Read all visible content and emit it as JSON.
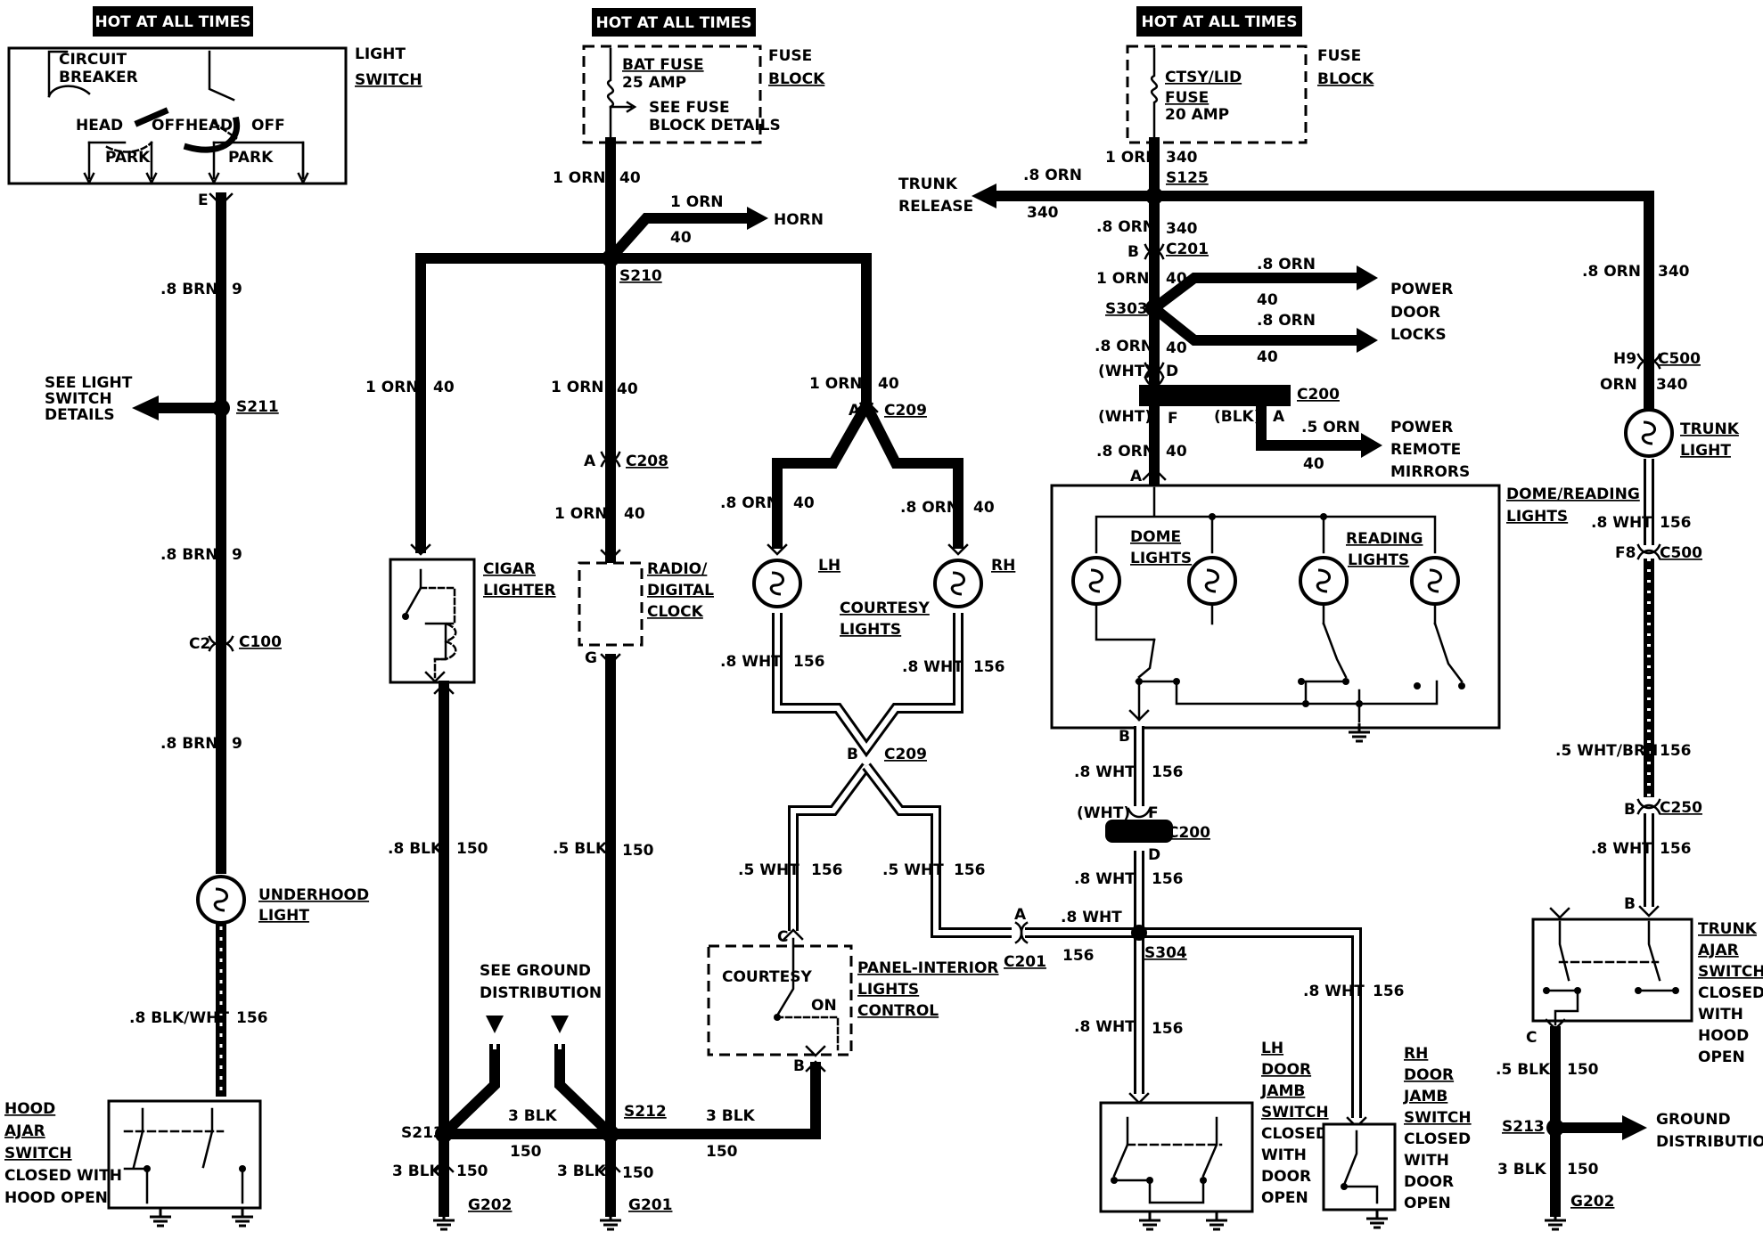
{
  "headers": {
    "left": "HOT AT ALL TIMES",
    "center": "HOT AT ALL TIMES",
    "right": "HOT AT ALL TIMES"
  },
  "light_switch": {
    "label1": "LIGHT",
    "label2": "SWITCH",
    "circuit": "CIRCUIT",
    "breaker": "BREAKER",
    "head1": "HEAD",
    "off1": "OFF",
    "head2": "HEAD",
    "off2": "OFF",
    "park1": "PARK",
    "park2": "PARK",
    "pin": "E"
  },
  "fuse_block_1": {
    "fuse_name": "BAT FUSE",
    "amp": "25 AMP",
    "see1": "SEE FUSE",
    "see2": "BLOCK DETAILS",
    "label1": "FUSE",
    "label2": "BLOCK"
  },
  "fuse_block_2": {
    "fuse_name1": "CTSY/LID",
    "fuse_name2": "FUSE",
    "amp": "20 AMP",
    "label1": "FUSE",
    "label2": "BLOCK"
  },
  "left_circuit": {
    "wire1": ".8 BRN",
    "num1": "9",
    "see1": "SEE LIGHT",
    "see2": "SWITCH",
    "see3": "DETAILS",
    "splice": "S211",
    "wire2": ".8 BRN",
    "num2": "9",
    "conn_pin": "C2",
    "conn": "C100",
    "wire3": ".8 BRN",
    "num3": "9",
    "lamp1": "UNDERHOOD",
    "lamp2": "LIGHT",
    "wire4": ".8 BLK/WHT",
    "num4": "156",
    "sw1": "HOOD",
    "sw2": "AJAR",
    "sw3": "SWITCH",
    "sw4": "CLOSED WITH",
    "sw5": "HOOD OPEN"
  },
  "center_circuit": {
    "wire_top": "1 ORN",
    "num_top": "40",
    "horn_wire": "1 ORN",
    "horn_num": "40",
    "horn": "HORN",
    "splice": "S210",
    "wire_l": "1 ORN",
    "num_l": "40",
    "wire_m": "1 ORN",
    "num_m": "40",
    "wire_r": "1 ORN",
    "num_r": "40",
    "c208_pin": "A",
    "c208": "C208",
    "wire_m2": "1 ORN",
    "num_m2": "40",
    "cigar1": "CIGAR",
    "cigar2": "LIGHTER",
    "radio1": "RADIO/",
    "radio2": "DIGITAL",
    "radio3": "CLOCK",
    "radio_pin": "G",
    "blk_l": ".8 BLK",
    "blk_l_num": "150",
    "blk_m": ".5 BLK",
    "blk_m_num": "150",
    "see_ground1": "SEE GROUND",
    "see_ground2": "DISTRIBUTION",
    "s213": "S213",
    "s212": "S212",
    "blk_mid": "3 BLK",
    "blk_mid_num": "150",
    "blk_right": "3 BLK",
    "blk_right_num": "150",
    "gl_wire": "3 BLK",
    "gl_num": "150",
    "gl": "G202",
    "gm_wire": "3 BLK",
    "gm_num": "150",
    "gm": "G201"
  },
  "courtesy": {
    "c209_pin": "A",
    "c209": "C209",
    "wire_l": ".8 ORN",
    "num_l": "40",
    "wire_r": ".8 ORN",
    "num_r": "40",
    "lh": "LH",
    "rh": "RH",
    "label1": "COURTESY",
    "label2": "LIGHTS",
    "wht_l": ".8 WHT",
    "wht_l_num": "156",
    "wht_r": ".8 WHT",
    "wht_r_num": "156",
    "c209b_pin": "B",
    "c209b": "C209",
    "wht5_l": ".5 WHT",
    "wht5_l_num": "156",
    "wht5_r": ".5 WHT",
    "wht5_r_num": "156",
    "panel_pin_c": "C",
    "panel_courtesy": "COURTESY",
    "panel_on": "ON",
    "panel1": "PANEL-INTERIOR",
    "panel2": "LIGHTS",
    "panel3": "CONTROL",
    "panel_pin_b": "B"
  },
  "right_circuit": {
    "wire1": "1 ORN",
    "num1": "340",
    "s125": "S125",
    "trunk_wire": ".8 ORN",
    "trunk_num": "340",
    "trunk1": "TRUNK",
    "trunk2": "RELEASE",
    "wire2": ".8 ORN",
    "num2": "340",
    "c201_pin": "B",
    "c201": "C201",
    "wire3": "1 ORN",
    "num3": "40",
    "s303": "S303",
    "pdl_wire1": ".8 ORN",
    "pdl_num1": "40",
    "pdl_wire2": ".8 ORN",
    "pdl_num2": "40",
    "pdl1": "POWER",
    "pdl2": "DOOR",
    "pdl3": "LOCKS",
    "wire4": ".8 ORN",
    "num4": "40",
    "wht_tag": "(WHT)",
    "pin_d": "D",
    "c200": "C200",
    "wht_tag2": "(WHT)",
    "pin_f": "F",
    "blk_tag": "(BLK)",
    "pin_a": "A",
    "prm_wire": ".5 ORN",
    "prm_num": "40",
    "prm1": "POWER",
    "prm2": "REMOTE",
    "prm3": "MIRRORS",
    "wire5": ".8 ORN",
    "num5": "40",
    "pin_a2": "A",
    "dome1": "DOME/READING",
    "dome2": "LIGHTS",
    "dome_l1": "DOME",
    "dome_l2": "LIGHTS",
    "read1": "READING",
    "read2": "LIGHTS",
    "pin_b": "B",
    "wht1": ".8 WHT",
    "wht1_num": "156",
    "wht_tag3": "(WHT)",
    "pin_f2": "F",
    "c200b": "C200",
    "pin_d2": "D",
    "wht2": ".8 WHT",
    "wht2_num": "156",
    "c201b_pin": "A",
    "c201b_wire": ".8 WHT",
    "c201b": "C201",
    "c201b_num": "156",
    "s304": "S304",
    "wht3": ".8 WHT",
    "wht3_num": "156",
    "wht4": ".8 WHT",
    "wht4_num": "156",
    "lh1": "LH",
    "lh2": "DOOR",
    "lh3": "JAMB",
    "lh4": "SWITCH",
    "lh5": "CLOSED",
    "lh6": "WITH",
    "lh7": "DOOR",
    "lh8": "OPEN",
    "rh1": "RH",
    "rh2": "DOOR",
    "rh3": "JAMB",
    "rh4": "SWITCH",
    "rh5": "CLOSED",
    "rh6": "WITH",
    "rh7": "DOOR",
    "rh8": "OPEN"
  },
  "trunk_circuit": {
    "wire1": ".8 ORN",
    "num1": "340",
    "h9": "H9",
    "c500": "C500",
    "orn": "ORN",
    "orn_num": "340",
    "lamp1": "TRUNK",
    "lamp2": "LIGHT",
    "wht1": ".8 WHT",
    "wht1_num": "156",
    "f8": "F8",
    "c500b": "C500",
    "wht2": ".5 WHT/BRN",
    "wht2_num": "156",
    "pin_b": "B",
    "c250": "C250",
    "wht3": ".8 WHT",
    "wht3_num": "156",
    "pin_b2": "B",
    "sw1": "TRUNK",
    "sw2": "AJAR",
    "sw3": "SWITCH",
    "sw4": "CLOSED",
    "sw5": "WITH",
    "sw6": "HOOD",
    "sw7": "OPEN",
    "pin_c": "C",
    "blk": ".5 BLK",
    "blk_num": "150",
    "s213": "S213",
    "gd1": "GROUND",
    "gd2": "DISTRIBUTION",
    "blk2": "3 BLK",
    "blk2_num": "150",
    "g": "G202"
  }
}
